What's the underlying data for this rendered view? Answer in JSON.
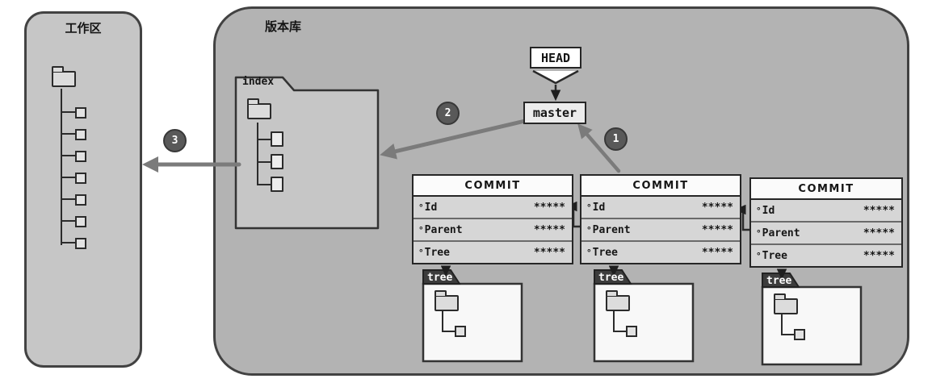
{
  "workspace": {
    "title": "工作区"
  },
  "repository": {
    "title": "版本库",
    "index": {
      "label": "index"
    },
    "head": {
      "label": "HEAD"
    },
    "branch": {
      "label": "master"
    },
    "steps": [
      {
        "label": "1"
      },
      {
        "label": "2"
      },
      {
        "label": "3"
      }
    ],
    "commits": [
      {
        "header": "COMMIT",
        "fields": [
          {
            "key": "Id",
            "value": "*****"
          },
          {
            "key": "Parent",
            "value": "*****"
          },
          {
            "key": "Tree",
            "value": "*****"
          }
        ],
        "tree_label": "tree"
      },
      {
        "header": "COMMIT",
        "fields": [
          {
            "key": "Id",
            "value": "*****"
          },
          {
            "key": "Parent",
            "value": "*****"
          },
          {
            "key": "Tree",
            "value": "*****"
          }
        ],
        "tree_label": "tree"
      },
      {
        "header": "COMMIT",
        "fields": [
          {
            "key": "Id",
            "value": "*****"
          },
          {
            "key": "Parent",
            "value": "*****"
          },
          {
            "key": "Tree",
            "value": "*****"
          }
        ],
        "tree_label": "tree"
      }
    ]
  }
}
